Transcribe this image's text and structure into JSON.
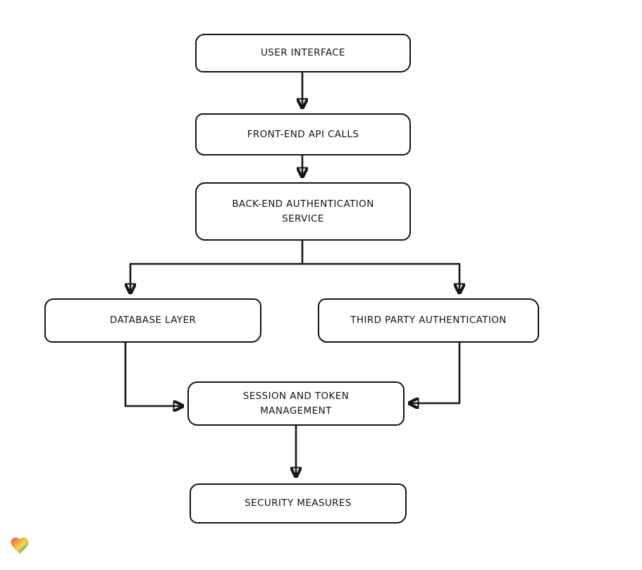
{
  "page": {
    "background": "#ffffff"
  },
  "diagram": {
    "type": "flowchart",
    "colors": {
      "stroke": "#161616",
      "node_fill": "#ffffff",
      "text": "#141414"
    },
    "nodes": [
      {
        "id": "user-interface",
        "label": "USER INTERFACE"
      },
      {
        "id": "front-end-api-calls",
        "label": "FRONT-END API CALLS"
      },
      {
        "id": "back-end-authentication-service",
        "label": "BACK-END AUTHENTICATION\nSERVICE"
      },
      {
        "id": "database-layer",
        "label": "DATABASE LAYER"
      },
      {
        "id": "third-party-authentication",
        "label": "THIRD PARTY AUTHENTICATION"
      },
      {
        "id": "session-and-token-management",
        "label": "SESSION AND TOKEN\nMANAGEMENT"
      },
      {
        "id": "security-measures",
        "label": "SECURITY MEASURES"
      }
    ],
    "edges": [
      {
        "from": "user-interface",
        "to": "front-end-api-calls"
      },
      {
        "from": "front-end-api-calls",
        "to": "back-end-authentication-service"
      },
      {
        "from": "back-end-authentication-service",
        "to": "database-layer"
      },
      {
        "from": "back-end-authentication-service",
        "to": "third-party-authentication"
      },
      {
        "from": "database-layer",
        "to": "session-and-token-management"
      },
      {
        "from": "third-party-authentication",
        "to": "session-and-token-management"
      },
      {
        "from": "session-and-token-management",
        "to": "security-measures"
      }
    ]
  },
  "footer": {
    "logo": "heart-logo",
    "logo_colors": [
      "#e2574c",
      "#f19b3f",
      "#f6d44f",
      "#6fae58",
      "#4a7fd4"
    ]
  }
}
